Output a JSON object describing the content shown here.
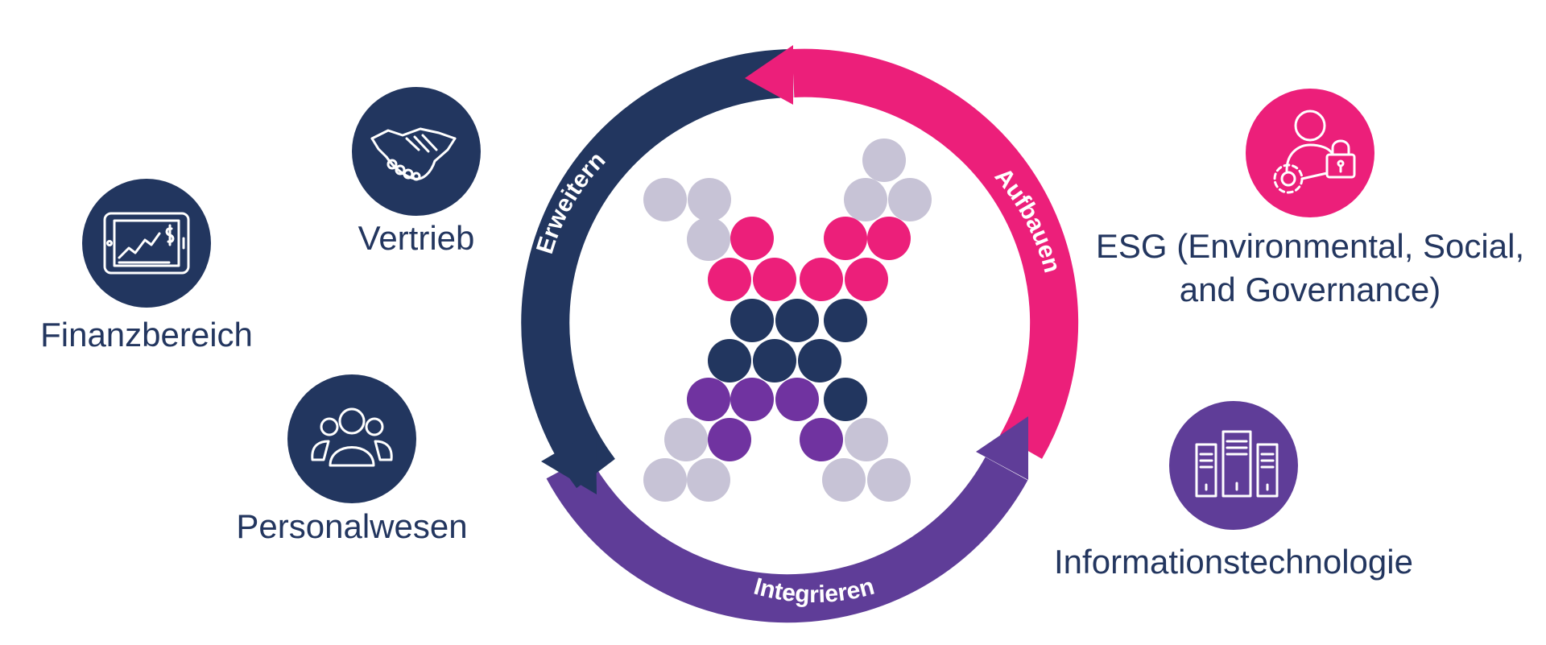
{
  "cycle": {
    "stages": [
      {
        "id": "aufbauen",
        "label": "Aufbauen",
        "color": "#ec1f7a"
      },
      {
        "id": "integrieren",
        "label": "Integrieren",
        "color": "#5f3d98"
      },
      {
        "id": "erweitern",
        "label": "Erweitern",
        "color": "#22365f"
      }
    ]
  },
  "departments": {
    "vertrieb": {
      "label": "Vertrieb",
      "icon": "handshake-icon",
      "color": "#22365f"
    },
    "finanz": {
      "label": "Finanzbereich",
      "icon": "tablet-chart-icon",
      "color": "#22365f"
    },
    "personal": {
      "label": "Personalwesen",
      "icon": "people-group-icon",
      "color": "#22365f"
    },
    "esg": {
      "label_line1": "ESG (Environmental, Social,",
      "label_line2": "and Governance)",
      "icon": "user-lock-gear-icon",
      "color": "#ec1f7a"
    },
    "it": {
      "label": "Informationstechnologie",
      "icon": "server-racks-icon",
      "color": "#5f3d98"
    }
  },
  "logo": {
    "name": "x-dots-logo",
    "colors": {
      "gray": "#c7c3d6",
      "pink": "#ec1f7a",
      "navy": "#22365f",
      "purple": "#7033a0"
    }
  }
}
